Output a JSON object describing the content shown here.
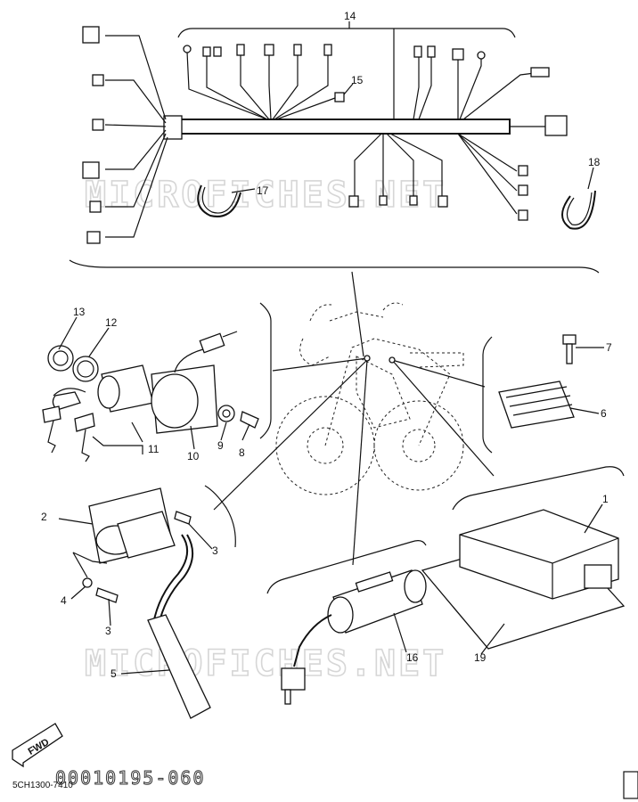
{
  "diagram": {
    "callouts": {
      "n1": "1",
      "n2": "2",
      "n3a": "3",
      "n3b": "3",
      "n4": "4",
      "n5": "5",
      "n6": "6",
      "n7": "7",
      "n8": "8",
      "n9": "9",
      "n10": "10",
      "n11": "11",
      "n12": "12",
      "n13": "13",
      "n14": "14",
      "n15": "15",
      "n16": "16",
      "n17": "17",
      "n18": "18",
      "n19": "19"
    },
    "watermarks": [
      "MICROFICHES.NET",
      "MICROFICHES.NET"
    ],
    "direction_label": "FWD",
    "plate_code": "5CH1300-7410",
    "part_number": "00010195-060"
  }
}
